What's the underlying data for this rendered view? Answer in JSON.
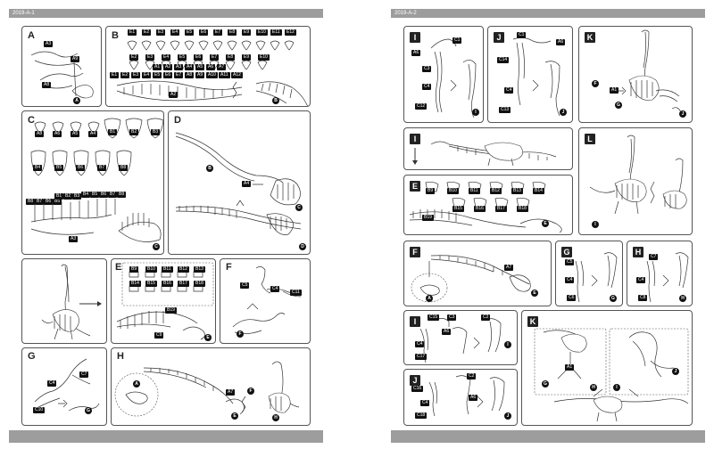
{
  "header": {
    "left_title": "2019-A-1",
    "right_title": "2019-A-2"
  },
  "left_page": {
    "panels": [
      {
        "id": "A",
        "label": "A",
        "tags": [
          "A3",
          "A9",
          "A8"
        ],
        "circles": [
          "A"
        ]
      },
      {
        "id": "B",
        "label": "B",
        "row1_tags": [
          "E1",
          "E2",
          "E3",
          "E4",
          "E5",
          "E6",
          "E7",
          "E8",
          "E9",
          "E10",
          "E11",
          "E12"
        ],
        "row2_tags": [
          "E2",
          "E3",
          "E4",
          "E5",
          "E6",
          "E7",
          "E8",
          "E9",
          "E10"
        ],
        "row3_tags": [
          "A1",
          "A2",
          "A3",
          "A4",
          "A5",
          "A6",
          "A7"
        ],
        "row4_tags": [
          "E1",
          "E2",
          "E3",
          "E4",
          "E5",
          "E6",
          "E7",
          "A8",
          "A9",
          "A10",
          "A11",
          "A12"
        ],
        "part_tags": [
          "A2"
        ],
        "circles": [
          "B"
        ]
      },
      {
        "id": "C",
        "label": "C",
        "row1_tags": [
          "A8",
          "A6",
          "A5",
          "A4",
          "B1",
          "B2",
          "B3"
        ],
        "row2_tags": [
          "B4",
          "B5",
          "B6",
          "B7",
          "B8"
        ],
        "row3_tags": [
          "B8",
          "B7",
          "B6",
          "B5",
          "B1",
          "B2",
          "B3",
          "B4",
          "B5",
          "B6",
          "B7",
          "B8"
        ],
        "part_tags": [
          "A3"
        ],
        "circles": [
          "C"
        ]
      },
      {
        "id": "D",
        "label": "D",
        "tags": [
          "A4"
        ],
        "circles": [
          "B",
          "C",
          "D"
        ]
      },
      {
        "id": "E_left",
        "label": "E",
        "tags": [
          "B9",
          "B10",
          "B11",
          "B12",
          "B13",
          "B14",
          "B15",
          "B16",
          "B17",
          "B18",
          "B19",
          "C9"
        ],
        "circles": [
          "E"
        ]
      },
      {
        "id": "F_left",
        "label": "F",
        "tags": [
          "C5",
          "C4",
          "C11"
        ],
        "circles": [
          "F"
        ]
      },
      {
        "id": "G_left",
        "label": "G",
        "tags": [
          "C4",
          "C7",
          "C10"
        ],
        "circles": [
          "G"
        ]
      },
      {
        "id": "H_left",
        "label": "H",
        "tags": [
          "A7"
        ],
        "circles": [
          "A",
          "E",
          "F",
          "H"
        ]
      }
    ]
  },
  "right_page": {
    "panels": [
      {
        "id": "I_top",
        "label": "I",
        "tags": [
          "A6",
          "C1",
          "C3",
          "C4",
          "C12"
        ],
        "circles": [
          "I"
        ]
      },
      {
        "id": "J_top",
        "label": "J",
        "tags": [
          "C1",
          "A6",
          "C14",
          "C4",
          "C13"
        ],
        "circles": [
          "J"
        ]
      },
      {
        "id": "K_top",
        "label": "K",
        "tags": [
          "A1"
        ],
        "circles": [
          "F",
          "G",
          "J"
        ]
      },
      {
        "id": "I_mid",
        "label": "I"
      },
      {
        "id": "E_right",
        "label": "E",
        "tags": [
          "B9",
          "B10",
          "B11",
          "B12",
          "B13",
          "B14",
          "B15",
          "B16",
          "B17",
          "B18",
          "B19"
        ],
        "circles": [
          "E"
        ]
      },
      {
        "id": "L_right",
        "label": "L",
        "circles": [
          "I"
        ]
      },
      {
        "id": "F_right",
        "label": "F",
        "tags": [
          "A7"
        ],
        "circles": [
          "A",
          "E"
        ]
      },
      {
        "id": "G_right",
        "label": "G",
        "tags": [
          "C5",
          "C4",
          "C6"
        ],
        "circles": [
          "G"
        ]
      },
      {
        "id": "H_right",
        "label": "H",
        "tags": [
          "C7",
          "C4",
          "C8"
        ],
        "circles": [
          "H"
        ]
      },
      {
        "id": "I_bot",
        "label": "I",
        "tags": [
          "C15",
          "C3",
          "A6",
          "C2",
          "C4",
          "C17"
        ],
        "circles": [
          "I"
        ]
      },
      {
        "id": "J_bot",
        "label": "J",
        "tags": [
          "C16",
          "C2",
          "A6",
          "C4",
          "C18"
        ],
        "circles": [
          "J"
        ]
      },
      {
        "id": "K_bot",
        "label": "K",
        "tags": [
          "A1"
        ],
        "circles": [
          "G",
          "H",
          "I",
          "J"
        ]
      }
    ]
  }
}
